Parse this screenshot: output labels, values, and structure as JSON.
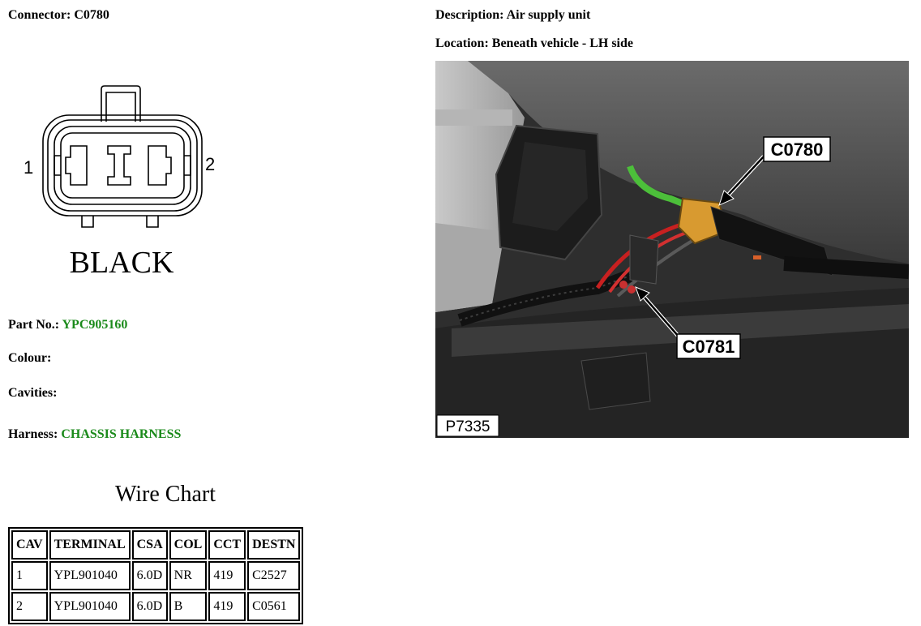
{
  "connector": {
    "label": "Connector:",
    "value": "C0780"
  },
  "description": {
    "label": "Description:",
    "value": "Air supply unit"
  },
  "location": {
    "label": "Location:",
    "value": "Beneath vehicle - LH side"
  },
  "diagram": {
    "pin_left": "1",
    "pin_right": "2",
    "color_label": "BLACK"
  },
  "part_no": {
    "label": "Part No.:",
    "value": "YPC905160"
  },
  "colour": {
    "label": "Colour:",
    "value": ""
  },
  "cavities": {
    "label": "Cavities:",
    "value": ""
  },
  "harness": {
    "label": "Harness:",
    "value": "CHASSIS HARNESS"
  },
  "wire_chart": {
    "title": "Wire Chart",
    "headers": [
      "CAV",
      "TERMINAL",
      "CSA",
      "COL",
      "CCT",
      "DESTN"
    ],
    "rows": [
      [
        "1",
        "YPL901040",
        "6.0D",
        "NR",
        "419",
        "C2527"
      ],
      [
        "2",
        "YPL901040",
        "6.0D",
        "B",
        "419",
        "C0561"
      ]
    ]
  },
  "photo": {
    "callout_1": "C0780",
    "callout_2": "C0781",
    "ref": "P7335"
  },
  "colors": {
    "value_green": "#1a8a1a"
  }
}
